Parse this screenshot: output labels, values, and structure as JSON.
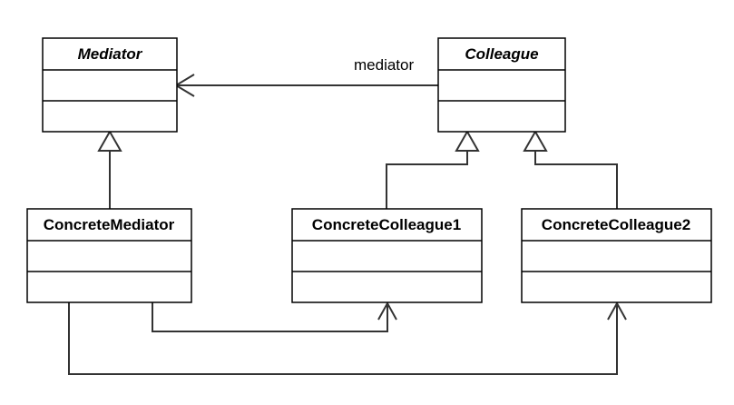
{
  "colors": {
    "background": "#ffffff",
    "line": "#333333",
    "box_border": "#000000",
    "text": "#000000"
  },
  "classes": {
    "mediator": {
      "name": "Mediator",
      "abstract": true
    },
    "colleague": {
      "name": "Colleague",
      "abstract": true
    },
    "concrete_mediator": {
      "name": "ConcreteMediator",
      "abstract": false
    },
    "concrete_colleague1": {
      "name": "ConcreteColleague1",
      "abstract": false
    },
    "concrete_colleague2": {
      "name": "ConcreteColleague2",
      "abstract": false
    }
  },
  "relationships": {
    "colleague_to_mediator": {
      "type": "association",
      "label": "mediator"
    },
    "concrete_mediator_generalization": {
      "type": "generalization"
    },
    "concrete_colleague1_generalization": {
      "type": "generalization"
    },
    "concrete_colleague2_generalization": {
      "type": "generalization"
    },
    "mediator_to_colleague1": {
      "type": "association"
    },
    "mediator_to_colleague2": {
      "type": "association"
    }
  }
}
